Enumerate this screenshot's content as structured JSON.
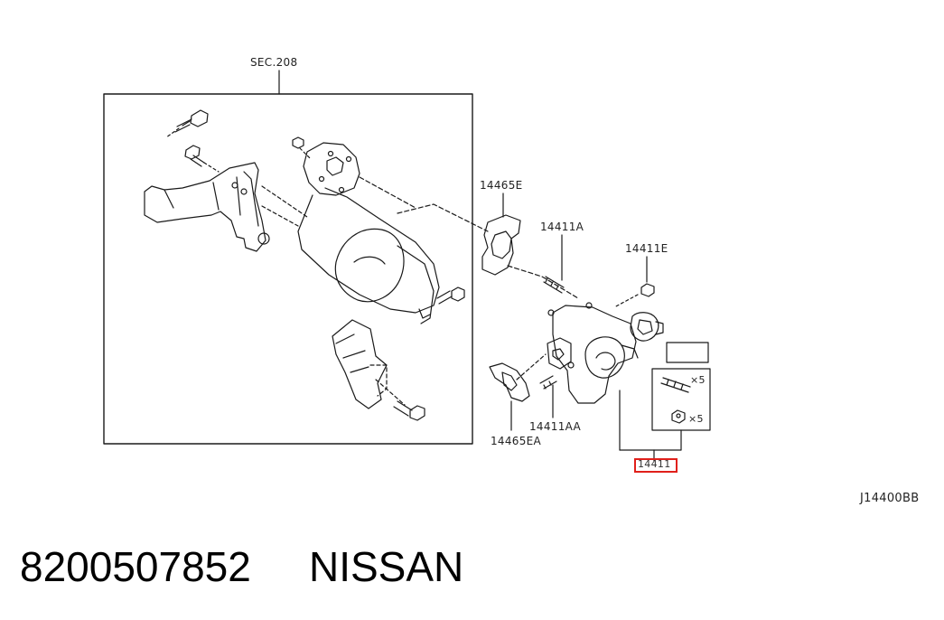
{
  "diagram": {
    "labels": {
      "sec": "SEC.208",
      "p14465e": "14465E",
      "p14411a": "14411A",
      "p14411e": "14411E",
      "p14411aa": "14411AA",
      "p14465ea": "14465EA",
      "x5_top": "×5",
      "x5_bottom": "×5",
      "main_part": "14411",
      "diagram_code": "J14400BB"
    }
  },
  "footer": {
    "part_number": "8200507852",
    "brand": "NISSAN"
  },
  "colors": {
    "line": "#1a1a1a",
    "highlight": "#e0201b",
    "background": "#ffffff"
  }
}
